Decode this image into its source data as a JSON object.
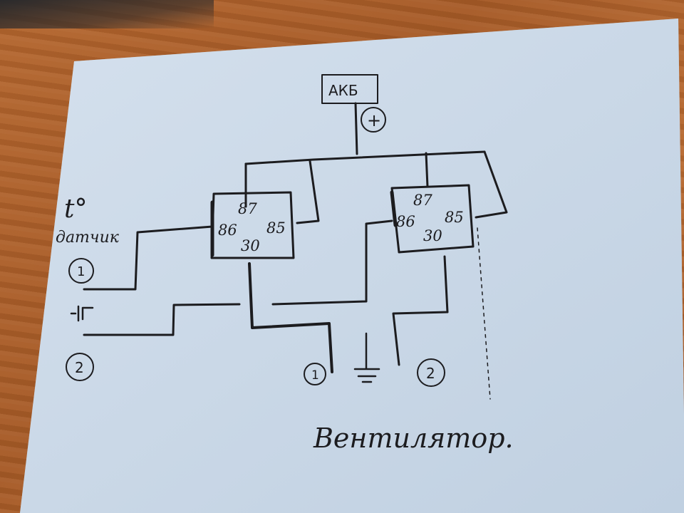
{
  "battery": {
    "label": "АКБ",
    "plus": "+"
  },
  "sensor": {
    "line1": "t°",
    "line2": "датчик"
  },
  "relay_left": {
    "pin87": "87",
    "pin86": "86",
    "pin85": "85",
    "pin30": "30"
  },
  "relay_right": {
    "pin87": "87",
    "pin86": "86",
    "pin85": "85",
    "pin30": "30"
  },
  "circled": {
    "left_1": "1",
    "left_2": "2",
    "bottom_1": "1",
    "bottom_2": "2"
  },
  "fan_label": "Вентилятор."
}
